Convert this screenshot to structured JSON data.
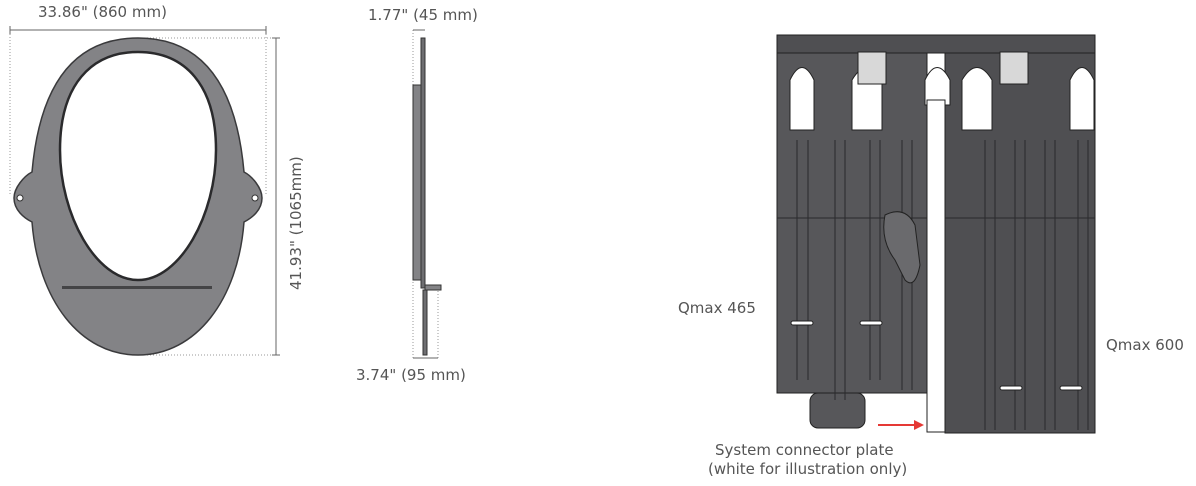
{
  "front_view": {
    "width_label": "33.86\" (860 mm)",
    "height_label": "41.93\" (1065mm)"
  },
  "side_view": {
    "top_label": "1.77\" (45 mm)",
    "bottom_label": "3.74\" (95 mm)"
  },
  "assembly": {
    "left_label": "Qmax 465",
    "right_label": "Qmax 600",
    "connector_label_line1": "System connector plate",
    "connector_label_line2": "(white for illustration only)"
  },
  "colors": {
    "plate_fill": "#838386",
    "dark_module": "#4f4f52",
    "arrow": "#e53935"
  }
}
